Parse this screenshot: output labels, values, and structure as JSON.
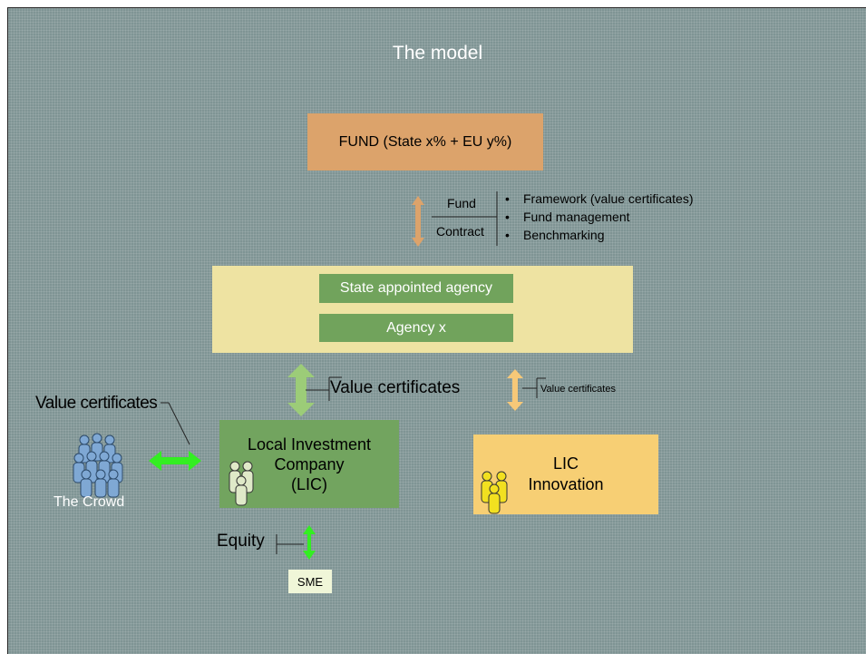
{
  "title": "The model",
  "fund_box": "FUND (State x% + EU y%)",
  "fund_contract": {
    "label_fund": "Fund",
    "label_contract": "Contract",
    "items": [
      "Framework (value certificates)",
      "Fund management",
      "Benchmarking"
    ]
  },
  "agency": {
    "state_appointed": "State appointed agency",
    "agency_x": "Agency x"
  },
  "value_certificates_center": "Value certificates",
  "value_certificates_right": "Value certificates",
  "value_certificates_left": "Value certificates",
  "lic": {
    "line1": "Local Investment",
    "line2": "Company",
    "line3": "(LIC)"
  },
  "lic_innovation": {
    "line1": "LIC",
    "line2": "Innovation"
  },
  "crowd_label": "The Crowd",
  "equity_label": "Equity",
  "sme_label": "SME",
  "colors": {
    "background": "#7f9494",
    "fund": "#dca36b",
    "agency_area": "#eee3a2",
    "agency_button": "#71a35c",
    "lic": "#72a45f",
    "lic_innovation": "#f7cf74",
    "arrow_orange": "#dca36b",
    "arrow_green_light": "#9ccc78",
    "arrow_bright_green": "#33ee22",
    "arrow_yellow": "#f6c878"
  }
}
